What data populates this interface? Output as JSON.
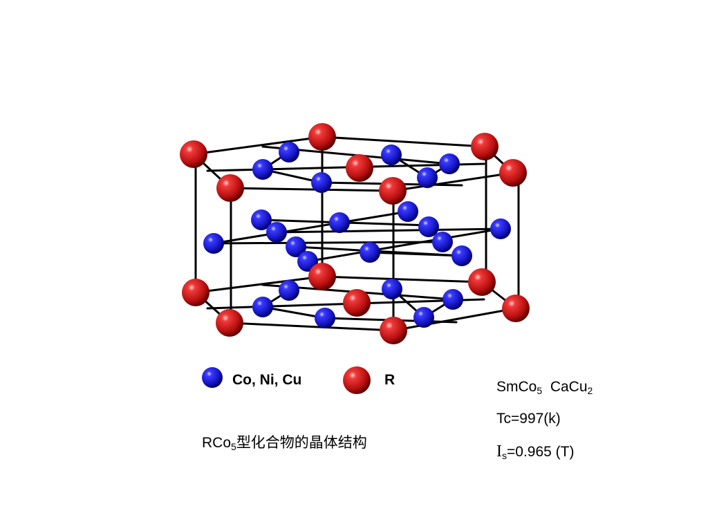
{
  "diagram": {
    "legend": [
      {
        "label": "Co, Ni, Cu",
        "species": "transition-metal",
        "color": "#1f1fd6"
      },
      {
        "label": "R",
        "species": "rare-earth",
        "color": "#d01818"
      }
    ],
    "caption": {
      "formula_base": "RCo",
      "formula_sub": "5",
      "text": "型化合物的晶体结构"
    },
    "properties": {
      "compound_1_base": "SmCo",
      "compound_1_sub": "5",
      "compound_2_base": "CaCu",
      "compound_2_sub": "2",
      "tc": "Tc=997(k)",
      "is_symbol": "I",
      "is_sub": "s",
      "is_value": "=0.965 (T)"
    }
  }
}
